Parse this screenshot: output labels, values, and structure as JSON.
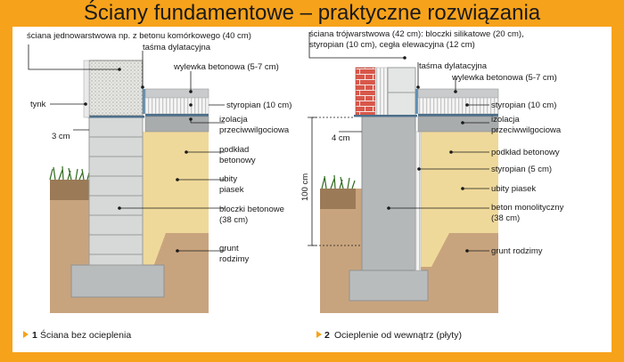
{
  "title": "Ściany fundamentowe – praktyczne rozwiązania",
  "left_diagram": {
    "labels": {
      "wall": "ściana jednowarstwowa np. z betonu komórkowego (40 cm)",
      "tape": "taśma dylatacyjna",
      "screed": "wylewka betonowa (5-7 cm)",
      "render": "tynk",
      "styro": "styropian (10 cm)",
      "damp1": "izolacja",
      "damp2": "przeciwwilgociowa",
      "dim3": "3 cm",
      "base1": "podkład",
      "base2": "betonowy",
      "sand1": "ubity",
      "sand2": "piasek",
      "blocks1": "bloczki betonowe",
      "blocks2": "(38 cm)",
      "soil1": "grunt",
      "soil2": "rodzimy"
    },
    "caption_num": "1",
    "caption": "Ściana bez ocieplenia"
  },
  "right_diagram": {
    "labels": {
      "wall1": "ściana trójwarstwowa (42 cm): bloczki silikatowe (20 cm),",
      "wall2": "styropian (10 cm), cegła elewacyjna (12 cm)",
      "tape": "taśma dylatacyjna",
      "screed": "wylewka betonowa (5-7 cm)",
      "styro": "styropian (10 cm)",
      "damp1": "izolacja",
      "damp2": "przeciwwilgociowa",
      "dim4": "4 cm",
      "base": "podkład betonowy",
      "styro5": "styropian (5 cm)",
      "sand": "ubity piasek",
      "concrete1": "beton monolityczny",
      "concrete2": "(38 cm)",
      "soil": "grunt rodzimy",
      "dim100": "100 cm"
    },
    "caption_num": "2",
    "caption": "Ocieplenie od wewnątrz (płyty)"
  },
  "colors": {
    "background": "#f7a21b",
    "sand": "#efd99a",
    "soil": "#c8a47e",
    "concrete": "#b9bcbd",
    "brick": "#d9574a",
    "grass": "#2f6a1e"
  }
}
